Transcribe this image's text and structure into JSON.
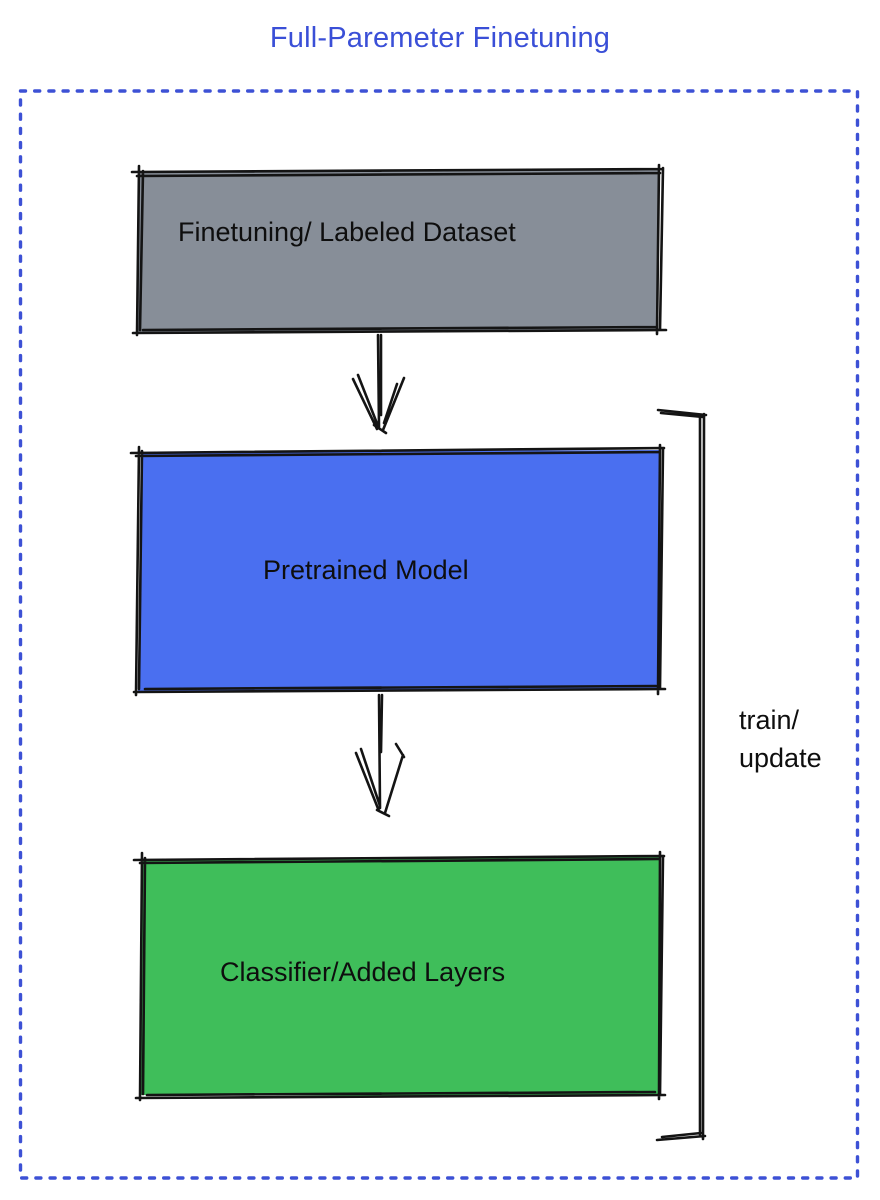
{
  "title": {
    "text": "Full-Paremeter Finetuning",
    "color": "#3a4fd7"
  },
  "diagram": {
    "border_color": "#3d51d5",
    "stroke_color": "#141414",
    "nodes": [
      {
        "id": "dataset",
        "label": "Finetuning/ Labeled Dataset",
        "fill": "#878e98"
      },
      {
        "id": "pretrained",
        "label": "Pretrained Model",
        "fill": "#4a6ff0"
      },
      {
        "id": "classifier",
        "label": "Classifier/Added Layers",
        "fill": "#3fbe5a"
      }
    ],
    "edges": [
      {
        "from": "dataset",
        "to": "pretrained",
        "type": "arrow-down"
      },
      {
        "from": "pretrained",
        "to": "classifier",
        "type": "arrow-down"
      }
    ],
    "bracket_label": {
      "line1": "train/",
      "line2": "update"
    }
  }
}
